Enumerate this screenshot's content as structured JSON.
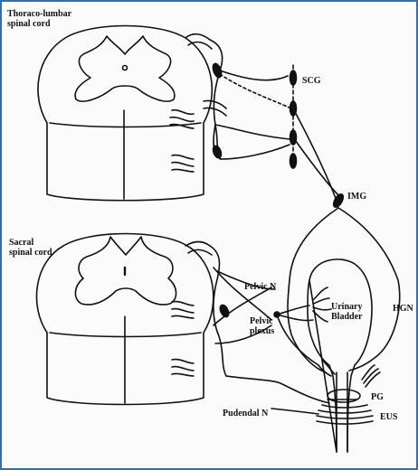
{
  "labels": {
    "thoraco_lumbar": "Thoraco-lumbar\nspinal cord",
    "sacral": "Sacral\nspinal cord",
    "scg": "SCG",
    "img": "IMG",
    "pelvic_n": "Pelvic N",
    "pelvic_plexus": "Pelvic\nplexus",
    "urinary_bladder": "Urinary\nBladder",
    "hgn": "HGN",
    "pg": "PG",
    "eus": "EUS",
    "pudendal_n": "Pudendal N"
  },
  "colors": {
    "frame": "#2f6fb3",
    "ink": "#111111"
  }
}
